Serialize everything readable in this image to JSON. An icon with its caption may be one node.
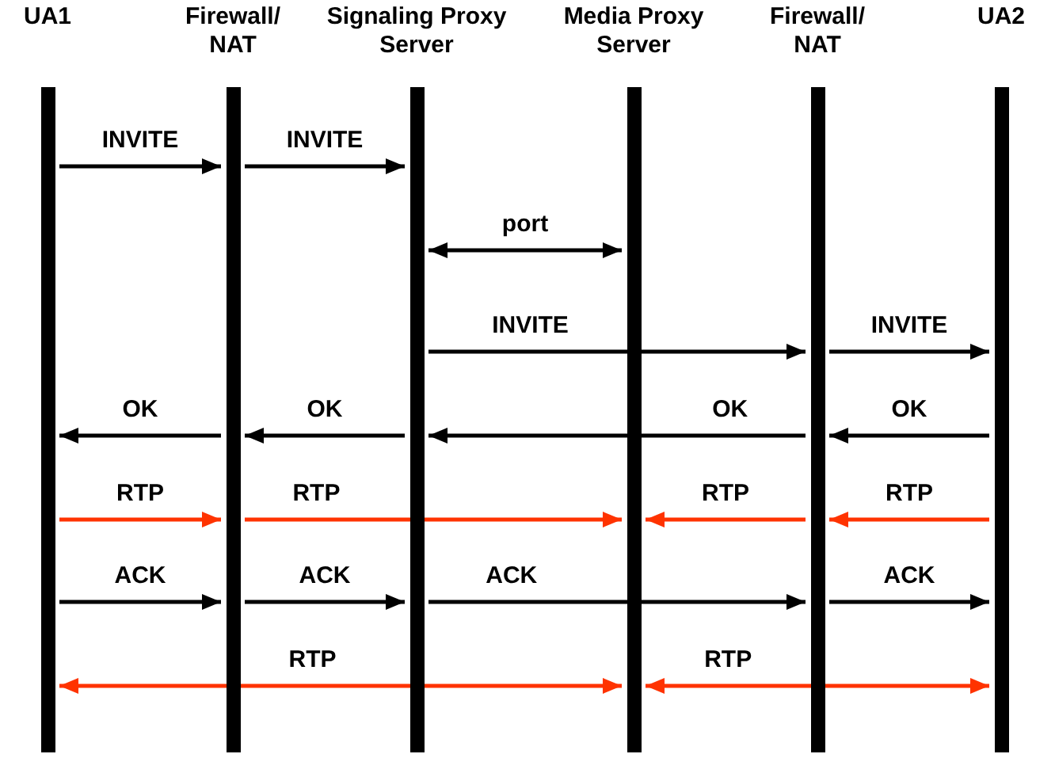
{
  "diagram": {
    "nodes": [
      {
        "text": [],
        "shape": "bar",
        "beside": [
          "UA1"
        ]
      },
      {
        "text": [],
        "shape": "bar",
        "beside": [
          "Firewall/ NAT"
        ]
      },
      {
        "text": [],
        "shape": "bar",
        "beside": [
          "Signaling Proxy Server"
        ]
      },
      {
        "text": [],
        "shape": "bar",
        "beside": [
          "Media Proxy Server"
        ]
      },
      {
        "text": [],
        "shape": "bar",
        "beside": [
          "Firewall/ NAT"
        ]
      },
      {
        "text": [],
        "shape": "bar",
        "beside": [
          "UA2"
        ]
      }
    ],
    "edges": [
      {
        "from": 0,
        "to": 1,
        "arrow": "to",
        "label": "INVITE"
      },
      {
        "from": 1,
        "to": 2,
        "arrow": "to",
        "label": "INVITE"
      },
      {
        "from": 2,
        "to": 3,
        "arrow": "both",
        "label": "port"
      },
      {
        "from": 2,
        "to": 4,
        "arrow": "to",
        "label": "INVITE"
      },
      {
        "from": 4,
        "to": 5,
        "arrow": "to",
        "label": "INVITE"
      },
      {
        "from": 1,
        "to": 0,
        "arrow": "to",
        "label": "OK"
      },
      {
        "from": 2,
        "to": 1,
        "arrow": "to",
        "label": "OK"
      },
      {
        "from": 4,
        "to": 2,
        "arrow": "to",
        "label": "OK"
      },
      {
        "from": 5,
        "to": 4,
        "arrow": "to",
        "label": "OK"
      },
      {
        "from": 0,
        "to": 1,
        "arrow": "to",
        "label": "RTP",
        "color": "#ff3300"
      },
      {
        "from": 1,
        "to": 3,
        "arrow": "to",
        "label": "RTP",
        "color": "#ff3300"
      },
      {
        "from": 4,
        "to": 3,
        "arrow": "to",
        "label": "RTP",
        "color": "#ff3300"
      },
      {
        "from": 5,
        "to": 4,
        "arrow": "to",
        "label": "RTP",
        "color": "#ff3300"
      },
      {
        "from": 0,
        "to": 1,
        "arrow": "to",
        "label": "ACK"
      },
      {
        "from": 1,
        "to": 2,
        "arrow": "to",
        "label": "ACK"
      },
      {
        "from": 2,
        "to": 4,
        "arrow": "to",
        "label": "ACK"
      },
      {
        "from": 4,
        "to": 5,
        "arrow": "to",
        "label": "ACK"
      },
      {
        "from": 0,
        "to": 3,
        "arrow": "both",
        "label": "RTP",
        "color": "#ff3300"
      },
      {
        "from": 3,
        "to": 5,
        "arrow": "both",
        "label": "RTP",
        "color": "#ff3300"
      }
    ]
  }
}
